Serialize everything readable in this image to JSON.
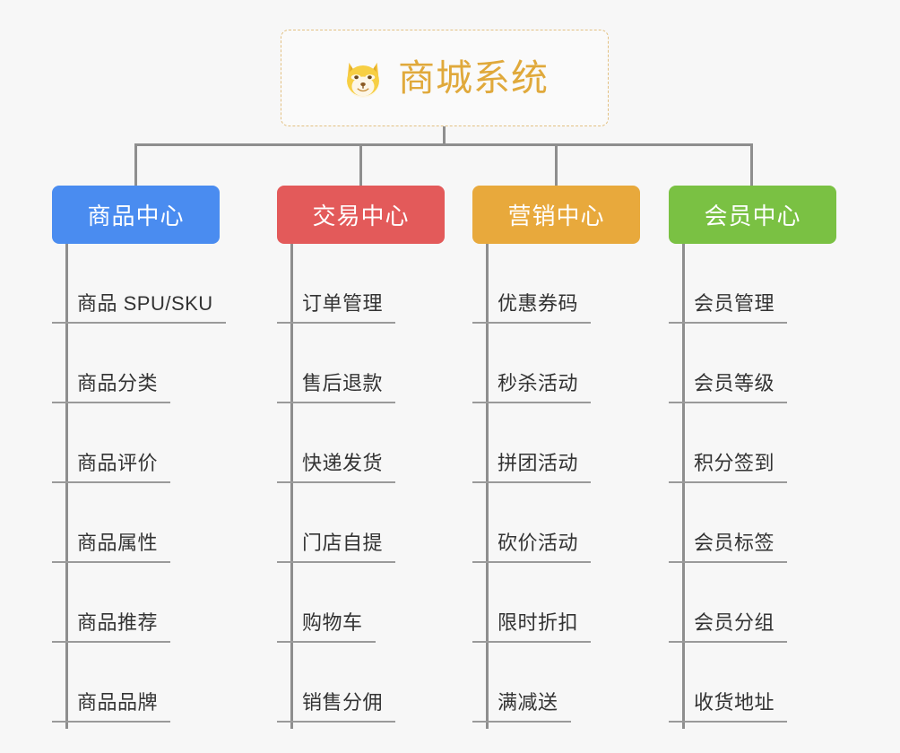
{
  "diagram": {
    "title": "商城系统",
    "root_icon": "shiba-dog-face-icon",
    "background_color": "#f7f7f7",
    "root_border_color": "#e3c183",
    "root_title_color": "#e0a93b",
    "connector_color": "#8e8e8e",
    "leaf_text_color": "#333333",
    "leaf_rule_color": "#9a9a9a"
  },
  "columns": [
    {
      "label": "商品中心",
      "color": "#4a8cf0",
      "leaves": [
        {
          "label": "商品 SPU/SKU"
        },
        {
          "label": "商品分类"
        },
        {
          "label": "商品评价"
        },
        {
          "label": "商品属性"
        },
        {
          "label": "商品推荐"
        },
        {
          "label": "商品品牌"
        }
      ]
    },
    {
      "label": "交易中心",
      "color": "#e35a5a",
      "leaves": [
        {
          "label": "订单管理"
        },
        {
          "label": "售后退款"
        },
        {
          "label": "快递发货"
        },
        {
          "label": "门店自提"
        },
        {
          "label": "购物车"
        },
        {
          "label": "销售分佣"
        }
      ]
    },
    {
      "label": "营销中心",
      "color": "#e8a93c",
      "leaves": [
        {
          "label": "优惠券码"
        },
        {
          "label": "秒杀活动"
        },
        {
          "label": "拼团活动"
        },
        {
          "label": "砍价活动"
        },
        {
          "label": "限时折扣"
        },
        {
          "label": "满减送"
        }
      ]
    },
    {
      "label": "会员中心",
      "color": "#7ac143",
      "leaves": [
        {
          "label": "会员管理"
        },
        {
          "label": "会员等级"
        },
        {
          "label": "积分签到"
        },
        {
          "label": "会员标签"
        },
        {
          "label": "会员分组"
        },
        {
          "label": "收货地址"
        }
      ]
    }
  ]
}
